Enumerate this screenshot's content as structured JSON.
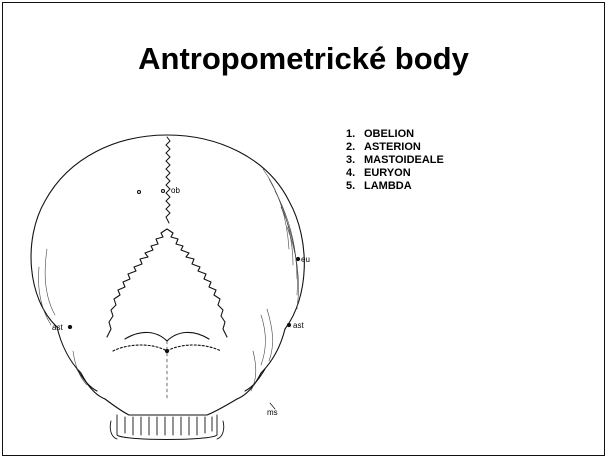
{
  "slide": {
    "title": "Antropometrické body",
    "points": [
      {
        "num": "1.",
        "label": "OBELION"
      },
      {
        "num": "2.",
        "label": "ASTERION"
      },
      {
        "num": "3.",
        "label": "MASTOIDEALE"
      },
      {
        "num": "4.",
        "label": "EURYON"
      },
      {
        "num": "5.",
        "label": "LAMBDA"
      }
    ]
  },
  "illustration": {
    "subject": "skull-posterior-view",
    "labels": {
      "obelion": "ob",
      "euryon": "eu",
      "asterion_left": "ast",
      "asterion_right": "ast",
      "mastoideale": "ms"
    }
  }
}
